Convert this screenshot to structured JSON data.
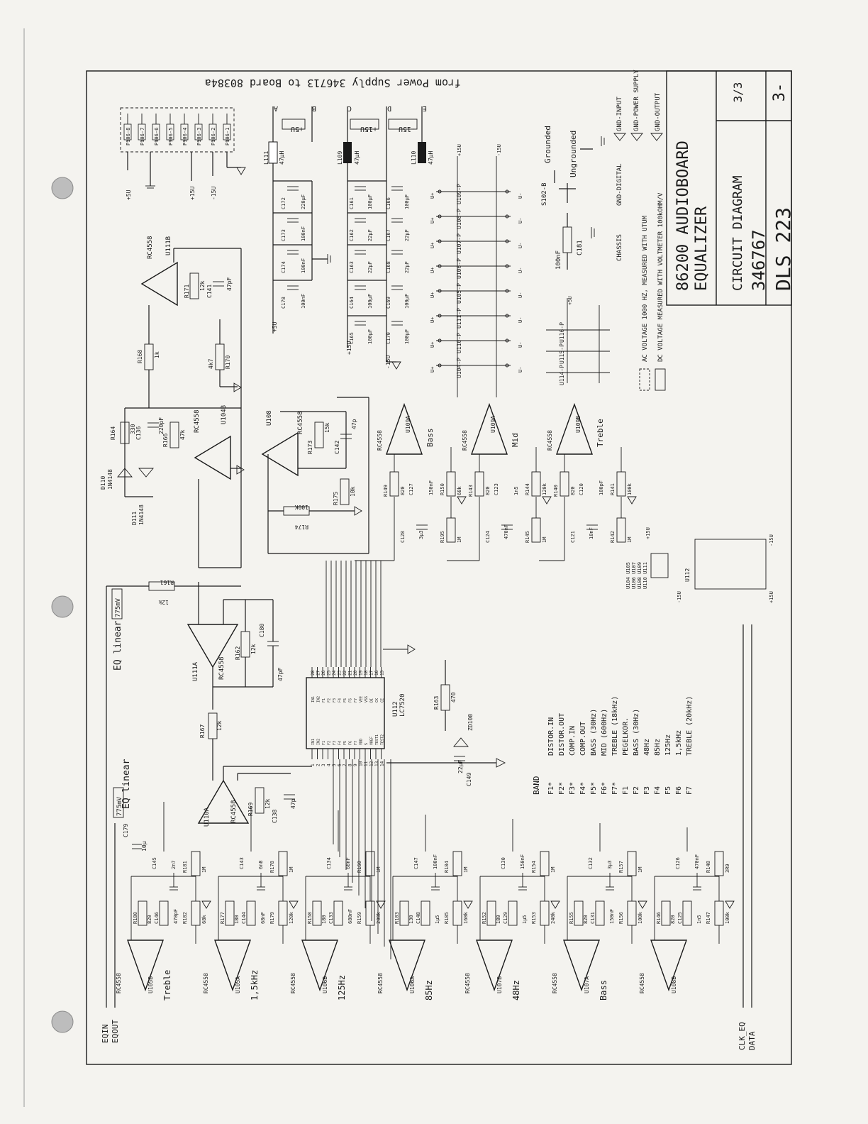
{
  "title_block": {
    "line1": "86200 AUDIOBOARD",
    "line2": "EQUALIZER",
    "sheet": "3/3",
    "doc_title": "CIRCUIT DIAGRAM",
    "number": "346767",
    "dls": "DLS 223",
    "page": "3-"
  },
  "headers": {
    "power_supply": "from Power Supply 346713 to Board 80384a",
    "grounded": "Grounded",
    "ungrounded": "Ungrounded"
  },
  "notes": {
    "ac": "AC VOLTAGE 1000 HZ, MEASURED WITH UTUM",
    "dc": "DC VOLTAGE MEASURED WITH VOLTMETER 100kOHM/V",
    "gnd_input": "GND-INPUT",
    "gnd_supply": "GND-POWER SUPPLY",
    "gnd_output": "GND-OUTPUT",
    "gnd_digital": "GND-DIGITAL",
    "chassis": "CHASSIS"
  },
  "signals": {
    "eqin": "EQIN",
    "eqout": "EQOUT",
    "clk": "CLK_EQ",
    "data": "DATA",
    "eq_linear_top": "EQ linear",
    "eq_linear_bottom": "EQ linear",
    "level": "775mV"
  },
  "band_table": {
    "header": "BAND",
    "rows": [
      {
        "code": "F1*",
        "desc": "DISTOR.IN"
      },
      {
        "code": "F2*",
        "desc": "DISTOR.OUT"
      },
      {
        "code": "F3*",
        "desc": "COMP.IN"
      },
      {
        "code": "F4*",
        "desc": "COMP.OUT"
      },
      {
        "code": "F5*",
        "desc": "BASS (30Hz)"
      },
      {
        "code": "F6*",
        "desc": "MID (600Hz)"
      },
      {
        "code": "F7*",
        "desc": "TREBLE (18kHz)"
      },
      {
        "code": "F1",
        "desc": "PEGELKOR."
      },
      {
        "code": "F2",
        "desc": "BASS (30Hz)"
      },
      {
        "code": "F3",
        "desc": "48Hz"
      },
      {
        "code": "F4",
        "desc": "85Hz"
      },
      {
        "code": "F5",
        "desc": "125Hz"
      },
      {
        "code": "F6",
        "desc": "1,5kHz"
      },
      {
        "code": "F7",
        "desc": "TREBLE (20kHz)"
      }
    ]
  },
  "bands": [
    {
      "u": "U105B",
      "op": "RC4558",
      "freq": "Treble",
      "ra": "R180",
      "rb": "R182",
      "c1": "C145",
      "c2": "C146",
      "r1": "R181",
      "v1": "820",
      "v2": "68k",
      "cv1": "2n7",
      "cv2": "470pF",
      "rv": "1M"
    },
    {
      "u": "U105A",
      "op": "RC4558",
      "freq": "1,5kHz",
      "ra": "R177",
      "rb": "R179",
      "c1": "C143",
      "c2": "C144",
      "r1": "R178",
      "v1": "180",
      "v2": "120k",
      "cv1": "6n8",
      "cv2": "68nF",
      "rv": "1M"
    },
    {
      "u": "U106B",
      "op": "RC4558",
      "freq": "125Hz",
      "ra": "R158",
      "rb": "R159",
      "c1": "C134",
      "c2": "C133",
      "r1": "R160",
      "v1": "180",
      "v2": "200k",
      "cv1": "68nF",
      "cv2": "680nF",
      "rv": "1M"
    },
    {
      "u": "U106A",
      "op": "RC4558",
      "freq": "85Hz",
      "ra": "R183",
      "rb": "R185",
      "c1": "C147",
      "c2": "C148",
      "r1": "R184",
      "v1": "130",
      "v2": "160k",
      "cv1": "100nF",
      "cv2": "1μ5",
      "rv": "1M"
    },
    {
      "u": "U107B",
      "op": "RC4558",
      "freq": "48Hz",
      "ra": "R152",
      "rb": "R153",
      "c1": "C130",
      "c2": "C129",
      "r1": "R154",
      "v1": "180",
      "v2": "240k",
      "cv1": "150nF",
      "cv2": "1μ5",
      "rv": "1M"
    },
    {
      "u": "U107A",
      "op": "RC4558",
      "freq": "Bass",
      "ra": "R155",
      "rb": "R156",
      "c1": "C132",
      "c2": "C131",
      "r1": "R157",
      "v1": "820",
      "v2": "100k",
      "cv1": "3μ3",
      "cv2": "150nF",
      "rv": "1M"
    },
    {
      "u": "U108B",
      "op": "RC4558",
      "freq": "",
      "ra": "R146",
      "rb": "R147",
      "c1": "C126",
      "c2": "C125",
      "r1": "R148",
      "v1": "820",
      "v2": "100k",
      "cv1": "470nF",
      "cv2": "1n5",
      "rv": "3R9"
    }
  ],
  "upper_bands": [
    {
      "u": "U109A",
      "op": "RC4558",
      "freq": "Bass",
      "ra": "R149",
      "c": "C127",
      "v": "820",
      "r2": "R150",
      "v2": "68k",
      "cap": "150nF",
      "rr": "R195",
      "rv": "1M",
      "cc": "C128",
      "ccv": "3μ3"
    },
    {
      "u": "U109A",
      "op": "RC4558",
      "freq": "Mid",
      "ra": "R143",
      "c": "C123",
      "v": "820",
      "r2": "R144",
      "v2": "120k",
      "cap": "1n5",
      "rr": "R145",
      "rv": "1M",
      "cc": "C124",
      "ccv": "470nF"
    },
    {
      "u": "U109B",
      "op": "RC4558",
      "freq": "Treble",
      "ra": "R140",
      "c": "C120",
      "v": "820",
      "r2": "R141",
      "v2": "100k",
      "cap": "100pF",
      "rr": "R142",
      "rv": "1M",
      "cc": "C121",
      "ccv": "10nF"
    }
  ],
  "chip": {
    "name": "U112",
    "part": "LC7520",
    "left_pins": [
      "1",
      "2",
      "3",
      "4",
      "5",
      "6",
      "7",
      "8",
      "9",
      "10",
      "11",
      "12",
      "13",
      "14"
    ],
    "right_pins": [
      "28",
      "27",
      "26",
      "25",
      "24",
      "23",
      "22",
      "21",
      "20",
      "19",
      "18",
      "17",
      "16",
      "15"
    ],
    "left_labels": [
      "IN1",
      "IN2",
      "F1",
      "F2",
      "F3",
      "F4",
      "F5",
      "F6",
      "F7",
      "VDD",
      "S",
      "VREF",
      "TEST1",
      "TEST2"
    ],
    "right_labels": [
      "IN1",
      "IN2",
      "F1",
      "F2",
      "F3",
      "F4",
      "F5",
      "F6",
      "F7",
      "VEE",
      "VSS",
      "DI",
      "CK",
      "CE"
    ]
  },
  "opamps": {
    "u111a": "U111A",
    "u110a": "U110A",
    "u111b": "U111B",
    "u104b": "U104B",
    "u108": "U108",
    "rc": "RC4558"
  },
  "parts": {
    "r161": "R161",
    "r161v": "12k",
    "r162": "R162",
    "r162v": "12k",
    "c180": "C180",
    "c180v": "47pF",
    "r167": "R167",
    "r167v": "12k",
    "r169": "R169",
    "r169v": "12k",
    "c138": "C138",
    "c138v": "47p",
    "c179": "C179",
    "c179v": "10μ",
    "r163": "R163",
    "r163v": "470",
    "c149": "C149",
    "c149v": "22μF",
    "zd": "ZD100",
    "r164": "R164",
    "r164v": "330",
    "c136": "C136",
    "c136v": "220pF",
    "r166": "R166",
    "r166v": "47k",
    "d110": "D110",
    "d111": "D111",
    "diode": "1N4148",
    "r168": "R168",
    "r168v": "1k",
    "r170": "R170",
    "r170v": "4k7",
    "r171": "R171",
    "r171v": "12k",
    "c141": "C141",
    "c141v": "47pF",
    "r173": "R173",
    "r173v": "15k",
    "c142": "C142",
    "c142v": "47p",
    "r175": "R175",
    "r175v": "10k",
    "r174": "R174",
    "r174v": "100K",
    "l111": "L111",
    "l109": "L109",
    "l110": "L110",
    "lv": "47μH",
    "c181": "C181",
    "c181v": "100nF",
    "s102": "S102-B"
  },
  "supply": {
    "p5": "+5U",
    "p15": "+15U",
    "m15": "-15U",
    "caps_top": [
      "C172",
      "C173",
      "C174",
      "C178"
    ],
    "caps_mid": [
      "C161",
      "C162",
      "C163",
      "C164",
      "C165"
    ],
    "caps_low": [
      "C166",
      "C167",
      "C168",
      "C169",
      "C170"
    ],
    "v220": "220μF",
    "v100n": "100nF",
    "v22": "22μF",
    "v100": "100μF",
    "points": [
      "A",
      "B",
      "C",
      "D",
      "E"
    ],
    "connector": [
      "P106-8",
      "P106-7",
      "P106-6",
      "P106-5",
      "P106-4",
      "P106-3",
      "P106-2",
      "P106-1"
    ],
    "ic_rails": [
      "U109-P",
      "U108-P",
      "U107-P",
      "U106-P",
      "U105-P",
      "U111-P",
      "U110-P",
      "U104-P"
    ],
    "ic_rails2": [
      "U116-P",
      "U115-P",
      "U114-P"
    ],
    "rail_p": "U+",
    "rail_m": "U-",
    "ic_list": [
      "U104 U105",
      "U106 U107",
      "U108 U109",
      "U110 U111"
    ],
    "u112": "U112"
  }
}
